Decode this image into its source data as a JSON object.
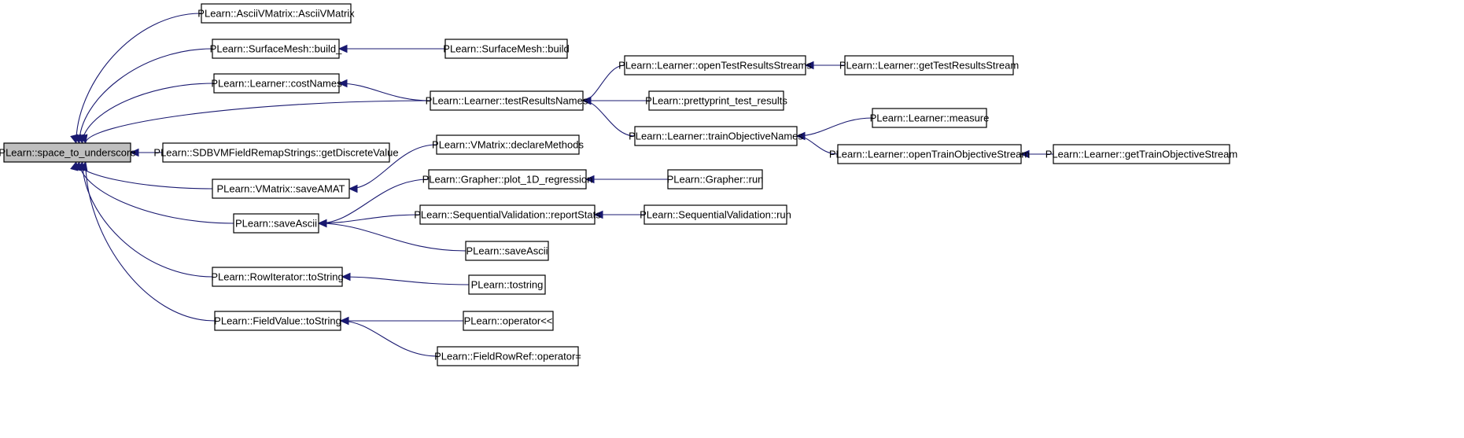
{
  "graph": {
    "edge_color": "#191970",
    "root_fill": "#bfbfbf",
    "nodes": [
      {
        "id": "root",
        "label": "PLearn::space_to_underscore",
        "root": true
      },
      {
        "id": "asciivm",
        "label": "PLearn::AsciiVMatrix::AsciiVMatrix"
      },
      {
        "id": "surfbuild_",
        "label": "PLearn::SurfaceMesh::build_"
      },
      {
        "id": "surfbuild",
        "label": "PLearn::SurfaceMesh::build"
      },
      {
        "id": "costnames",
        "label": "PLearn::Learner::costNames"
      },
      {
        "id": "testresnames",
        "label": "PLearn::Learner::testResultsNames"
      },
      {
        "id": "opentest",
        "label": "PLearn::Learner::openTestResultsStreams"
      },
      {
        "id": "gettest",
        "label": "PLearn::Learner::getTestResultsStream"
      },
      {
        "id": "prettyprint",
        "label": "PLearn::prettyprint_test_results"
      },
      {
        "id": "trainobj",
        "label": "PLearn::Learner::trainObjectiveNames"
      },
      {
        "id": "measure",
        "label": "PLearn::Learner::measure"
      },
      {
        "id": "opentrain",
        "label": "PLearn::Learner::openTrainObjectiveStream"
      },
      {
        "id": "gettrain",
        "label": "PLearn::Learner::getTrainObjectiveStream"
      },
      {
        "id": "sdbvm",
        "label": "PLearn::SDBVMFieldRemapStrings::getDiscreteValue"
      },
      {
        "id": "declare",
        "label": "PLearn::VMatrix::declareMethods"
      },
      {
        "id": "saveamat",
        "label": "PLearn::VMatrix::saveAMAT"
      },
      {
        "id": "plot1d",
        "label": "PLearn::Grapher::plot_1D_regression"
      },
      {
        "id": "graphrun",
        "label": "PLearn::Grapher::run"
      },
      {
        "id": "saveascii",
        "label": "PLearn::saveAscii"
      },
      {
        "id": "reportstats",
        "label": "PLearn::SequentialValidation::reportStats"
      },
      {
        "id": "seqrun",
        "label": "PLearn::SequentialValidation::run"
      },
      {
        "id": "saveascii2",
        "label": "PLearn::saveAscii"
      },
      {
        "id": "rowiter",
        "label": "PLearn::RowIterator::toString"
      },
      {
        "id": "tostring",
        "label": "PLearn::tostring"
      },
      {
        "id": "fieldval",
        "label": "PLearn::FieldValue::toString"
      },
      {
        "id": "oplt",
        "label": "PLearn::operator<<"
      },
      {
        "id": "fieldrowref",
        "label": "PLearn::FieldRowRef::operator="
      }
    ],
    "edges": [
      {
        "from": "asciivm",
        "to": "root"
      },
      {
        "from": "surfbuild_",
        "to": "root"
      },
      {
        "from": "costnames",
        "to": "root"
      },
      {
        "from": "testresnames",
        "to": "root"
      },
      {
        "from": "sdbvm",
        "to": "root"
      },
      {
        "from": "saveamat",
        "to": "root"
      },
      {
        "from": "saveascii",
        "to": "root"
      },
      {
        "from": "rowiter",
        "to": "root"
      },
      {
        "from": "fieldval",
        "to": "root"
      },
      {
        "from": "surfbuild",
        "to": "surfbuild_"
      },
      {
        "from": "testresnames",
        "to": "costnames"
      },
      {
        "from": "opentest",
        "to": "testresnames"
      },
      {
        "from": "prettyprint",
        "to": "testresnames"
      },
      {
        "from": "trainobj",
        "to": "testresnames"
      },
      {
        "from": "gettest",
        "to": "opentest"
      },
      {
        "from": "measure",
        "to": "trainobj"
      },
      {
        "from": "opentrain",
        "to": "trainobj"
      },
      {
        "from": "gettrain",
        "to": "opentrain"
      },
      {
        "from": "declare",
        "to": "saveamat"
      },
      {
        "from": "plot1d",
        "to": "saveascii"
      },
      {
        "from": "reportstats",
        "to": "saveascii"
      },
      {
        "from": "saveascii2",
        "to": "saveascii"
      },
      {
        "from": "graphrun",
        "to": "plot1d"
      },
      {
        "from": "seqrun",
        "to": "reportstats"
      },
      {
        "from": "tostring",
        "to": "rowiter"
      },
      {
        "from": "oplt",
        "to": "fieldval"
      },
      {
        "from": "fieldrowref",
        "to": "fieldval"
      }
    ]
  }
}
